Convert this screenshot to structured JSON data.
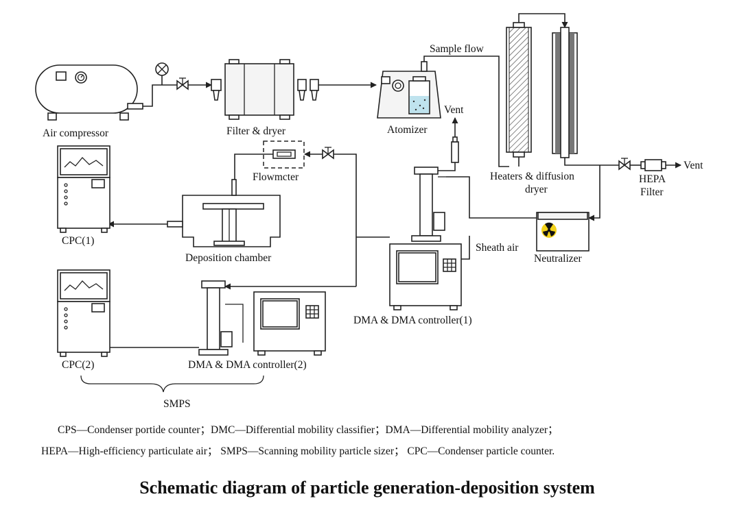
{
  "labels": {
    "air_compressor": "Air compressor",
    "filter_dryer": "Filter & dryer",
    "atomizer": "Atomizer",
    "sample_flow": "Sample flow",
    "vent_top": "Vent",
    "vent_right": "Vent",
    "heaters_line1": "Heaters & diffusion",
    "heaters_line2": "dryer",
    "hepa_line1": "HEPA",
    "hepa_line2": "Filter",
    "flowmeter": "Flowmcter",
    "cpc1": "CPC(1)",
    "deposition_chamber": "Deposition chamber",
    "sheath_air": "Sheath air",
    "neutralizer": "Neutralizer",
    "dma1": "DMA & DMA controller(1)",
    "cpc2": "CPC(2)",
    "dma2": "DMA & DMA controller(2)",
    "smps": "SMPS"
  },
  "legend": {
    "line1": "CPS—Condenser portide counter；DMC—Differential mobility classifier；DMA—Differential mobility analyzer；",
    "line2": "HEPA—High-efficiency particulate air； SMPS—Scanning mobility particle sizer； CPC—Condenser particle counter."
  },
  "title": "Schematic diagram of particle generation-deposition system",
  "colors": {
    "line": "#222222",
    "liquid": "#bfe3ee",
    "radiation": "#f2d21b",
    "background": "#ffffff"
  }
}
